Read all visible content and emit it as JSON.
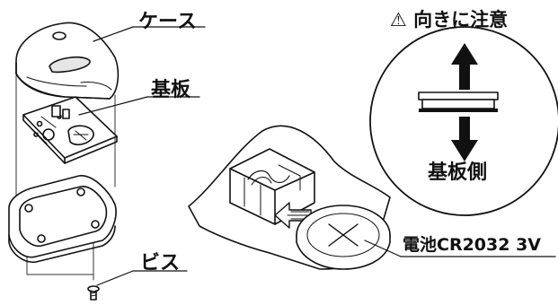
{
  "labels": {
    "case": "ケース",
    "board": "基板",
    "screw": "ビス",
    "battery": "電池CR2032  3V",
    "caution": "⚠ 向きに注意",
    "board_side": "基板側"
  },
  "colors": {
    "line": "#111111",
    "background": "#ffffff",
    "shade": "#cfcfcf"
  },
  "icons": [
    "warning-icon",
    "arrow-up-icon",
    "arrow-down-icon"
  ]
}
